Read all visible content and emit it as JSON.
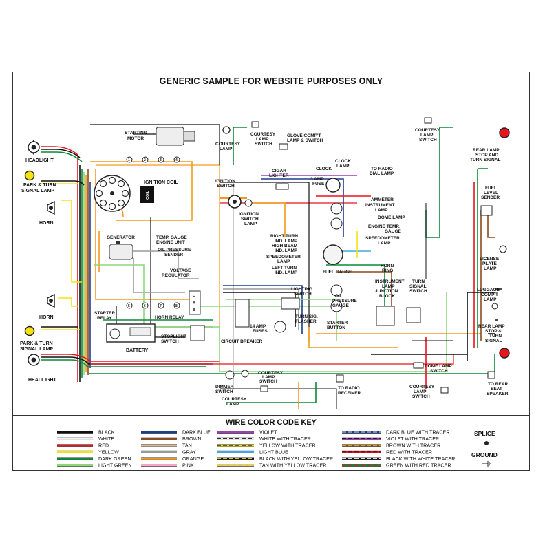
{
  "title": "GENERIC SAMPLE FOR WEBSITE PURPOSES ONLY",
  "components": {
    "headlight_top": "HEADLIGHT",
    "park_turn_top": [
      "PARK & TURN",
      "SIGNAL LAMP"
    ],
    "horn_top": "HORN",
    "horn_bottom": "HORN",
    "park_turn_bottom": [
      "PARK & TURN",
      "SIGNAL LAMP"
    ],
    "headlight_bottom": "HEADLIGHT",
    "starting_motor": [
      "STARTING",
      "MOTOR"
    ],
    "ignition_coil": "IGNITION COIL",
    "coil": "COIL",
    "generator": "GENERATOR",
    "temp_gauge_unit": [
      "TEMP. GAUGE",
      "ENGINE UNIT"
    ],
    "oil_pressure_sender": [
      "OIL PRESSURE",
      "SENDER"
    ],
    "voltage_regulator": [
      "VOLTAGE",
      "REGULATOR"
    ],
    "starter_relay": [
      "STARTER",
      "RELAY"
    ],
    "horn_relay": "HORN RELAY",
    "stoplight_switch": [
      "STOPLIGHT",
      "SWITCH"
    ],
    "battery": "BATTERY",
    "courtesy_lamp_top": [
      "COURTESY",
      "LAMP"
    ],
    "courtesy_lamp_switch_top": [
      "COURTESY",
      "LAMP",
      "SWITCH"
    ],
    "glove_lamp_switch": [
      "GLOVE COMP'T",
      "LAMP & SWITCH"
    ],
    "ignition_switch": [
      "IGNITION",
      "SWITCH"
    ],
    "ignition_switch_lamp": [
      "IGNITION",
      "SWITCH",
      "LAMP"
    ],
    "cigar_lighter": [
      "CIGAR",
      "LIGHTER"
    ],
    "clock": "CLOCK",
    "clock_lamp": [
      "CLOCK",
      "LAMP"
    ],
    "three_amp_fuse": [
      "3 AMP",
      "FUSE"
    ],
    "radio_dial_lamp": [
      "TO RADIO",
      "DIAL LAMP"
    ],
    "ammeter": "AMMETER",
    "instrument_lamp": [
      "INSTRUMENT",
      "LAMP"
    ],
    "dome_lamp_top": "DOME LAMP",
    "engine_temp_gauge": [
      "ENGINE TEMP.",
      "GAUGE"
    ],
    "speedometer_lamp_right": [
      "SPEEDOMETER",
      "LAMP"
    ],
    "right_turn_lamp": [
      "RIGHT TURN",
      "IND. LAMP"
    ],
    "high_beam_lamp": [
      "HIGH BEAM",
      "IND. LAMP"
    ],
    "speedometer_lamp_left": [
      "SPEEDOMETER",
      "LAMP"
    ],
    "left_turn_lamp": [
      "LEFT TURN",
      "IND. LAMP"
    ],
    "fuel_gauge": "FUEL GAUGE",
    "horn_ring": [
      "HORN",
      "RING"
    ],
    "instrument_junction_block": [
      "INSTRUMENT",
      "LAMP",
      "JUNCTION",
      "BLOCK"
    ],
    "turn_signal_switch": [
      "TURN",
      "SIGNAL",
      "SWITCH"
    ],
    "lighting_switch": [
      "LIGHTING",
      "SWITCH"
    ],
    "oil_pressure_gauge": [
      "OIL",
      "PRESSURE",
      "GAUGE"
    ],
    "turn_sig_flasher": [
      "TURN SIG.",
      "FLASHER"
    ],
    "fourteen_amp_fuses": [
      "14 AMP",
      "FUSES"
    ],
    "starter_button": [
      "STARTER",
      "BUTTON"
    ],
    "circuit_breaker": "CIRCUIT BREAKER",
    "dimmer_switch": [
      "DIMMER",
      "SWITCH"
    ],
    "courtesy_lamp_switch_bottom": [
      "COURTESY",
      "LAMP",
      "SWITCH"
    ],
    "courtesy_lamp_bottom": [
      "COURTESY",
      "LAMP"
    ],
    "to_radio_receiver": [
      "TO RADIO",
      "RECEIVER"
    ],
    "dome_lamp_switch": [
      "DOME LAMP",
      "SWITCH"
    ],
    "courtesy_lamp_switch_right_bottom": [
      "COURTESY",
      "LAMP",
      "SWITCH"
    ],
    "to_rear_seat_speaker": [
      "TO REAR",
      "SEAT",
      "SPEAKER"
    ],
    "courtesy_lamp_switch_right_top": [
      "COURTESY",
      "LAMP",
      "SWITCH"
    ],
    "rear_lamp_top": [
      "REAR LAMP",
      "STOP AND",
      "TURN SIGNAL"
    ],
    "fuel_level_sender": [
      "FUEL",
      "LEVEL",
      "SENDER"
    ],
    "license_plate_lamp": [
      "LICENSE",
      "PLATE",
      "LAMP"
    ],
    "luggage_lamp": [
      "LUGGAGE",
      "COMP'T",
      "LAMP"
    ],
    "rear_lamp_bottom": [
      "REAR LAMP",
      "STOP &",
      "TURN",
      "SIGNAL"
    ],
    "distributor_numbers": [
      "1",
      "2",
      "3",
      "4",
      "5",
      "6",
      "7",
      "8"
    ],
    "regulator_terminals": [
      "F",
      "A",
      "B"
    ]
  },
  "legend": {
    "title": "WIRE COLOR CODE KEY",
    "columns": [
      [
        {
          "label": "BLACK",
          "color": "#111111",
          "tracer": ""
        },
        {
          "label": "WHITE",
          "color": "#f4f4f4",
          "tracer": ""
        },
        {
          "label": "RED",
          "color": "#e8141c",
          "tracer": ""
        },
        {
          "label": "YELLOW",
          "color": "#f5e210",
          "tracer": ""
        },
        {
          "label": "DARK GREEN",
          "color": "#0a8a3a",
          "tracer": ""
        },
        {
          "label": "LIGHT GREEN",
          "color": "#8fd67a",
          "tracer": ""
        }
      ],
      [
        {
          "label": "DARK BLUE",
          "color": "#1c3d8f",
          "tracer": ""
        },
        {
          "label": "BROWN",
          "color": "#8a4a1a",
          "tracer": ""
        },
        {
          "label": "TAN",
          "color": "#d9bf8c",
          "tracer": ""
        },
        {
          "label": "GRAY",
          "color": "#9a9a9a",
          "tracer": ""
        },
        {
          "label": "ORANGE",
          "color": "#f39a1e",
          "tracer": ""
        },
        {
          "label": "PINK",
          "color": "#f4a6c8",
          "tracer": ""
        }
      ],
      [
        {
          "label": "VIOLET",
          "color": "#9b3fb5",
          "tracer": ""
        },
        {
          "label": "WHITE WITH TRACER",
          "color": "#f4f4f4",
          "tracer": "#111111"
        },
        {
          "label": "YELLOW WITH TRACER",
          "color": "#f5e210",
          "tracer": "#111111"
        },
        {
          "label": "LIGHT BLUE",
          "color": "#3fa8e0",
          "tracer": ""
        },
        {
          "label": "BLACK WITH YELLOW TRACER",
          "color": "#111111",
          "tracer": "#f5e210"
        },
        {
          "label": "TAN WITH YELLOW TRACER",
          "color": "#d9bf8c",
          "tracer": "#f5e210"
        }
      ],
      [
        {
          "label": "DARK BLUE WITH TRACER",
          "color": "#1c3d8f",
          "tracer": "#dddddd"
        },
        {
          "label": "VIOLET WITH TRACER",
          "color": "#9b3fb5",
          "tracer": "#111111"
        },
        {
          "label": "BROWN WITH TRACER",
          "color": "#8a4a1a",
          "tracer": "#f5e210"
        },
        {
          "label": "RED WITH TRACER",
          "color": "#e8141c",
          "tracer": "#111111"
        },
        {
          "label": "BLACK WITH WHITE TRACER",
          "color": "#111111",
          "tracer": "#f4f4f4"
        },
        {
          "label": "GREEN WITH RED TRACER",
          "color": "#0a8a3a",
          "tracer": "#e8141c"
        }
      ]
    ],
    "splice": "SPLICE",
    "ground": "GROUND"
  }
}
